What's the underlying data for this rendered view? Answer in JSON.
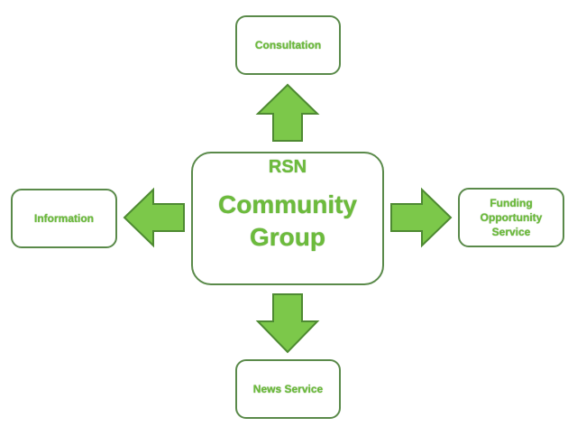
{
  "center": {
    "label_top": "RSN",
    "label_main": "Community Group"
  },
  "nodes": {
    "top": "Consultation",
    "left": "Information",
    "right": "Funding Opportunity Service",
    "bottom": "News Service"
  },
  "colors": {
    "arrow_fill": "#7cc84a",
    "arrow_stroke": "#4e8a32",
    "text": "#6cbb3c",
    "border": "#5a8a4a"
  }
}
